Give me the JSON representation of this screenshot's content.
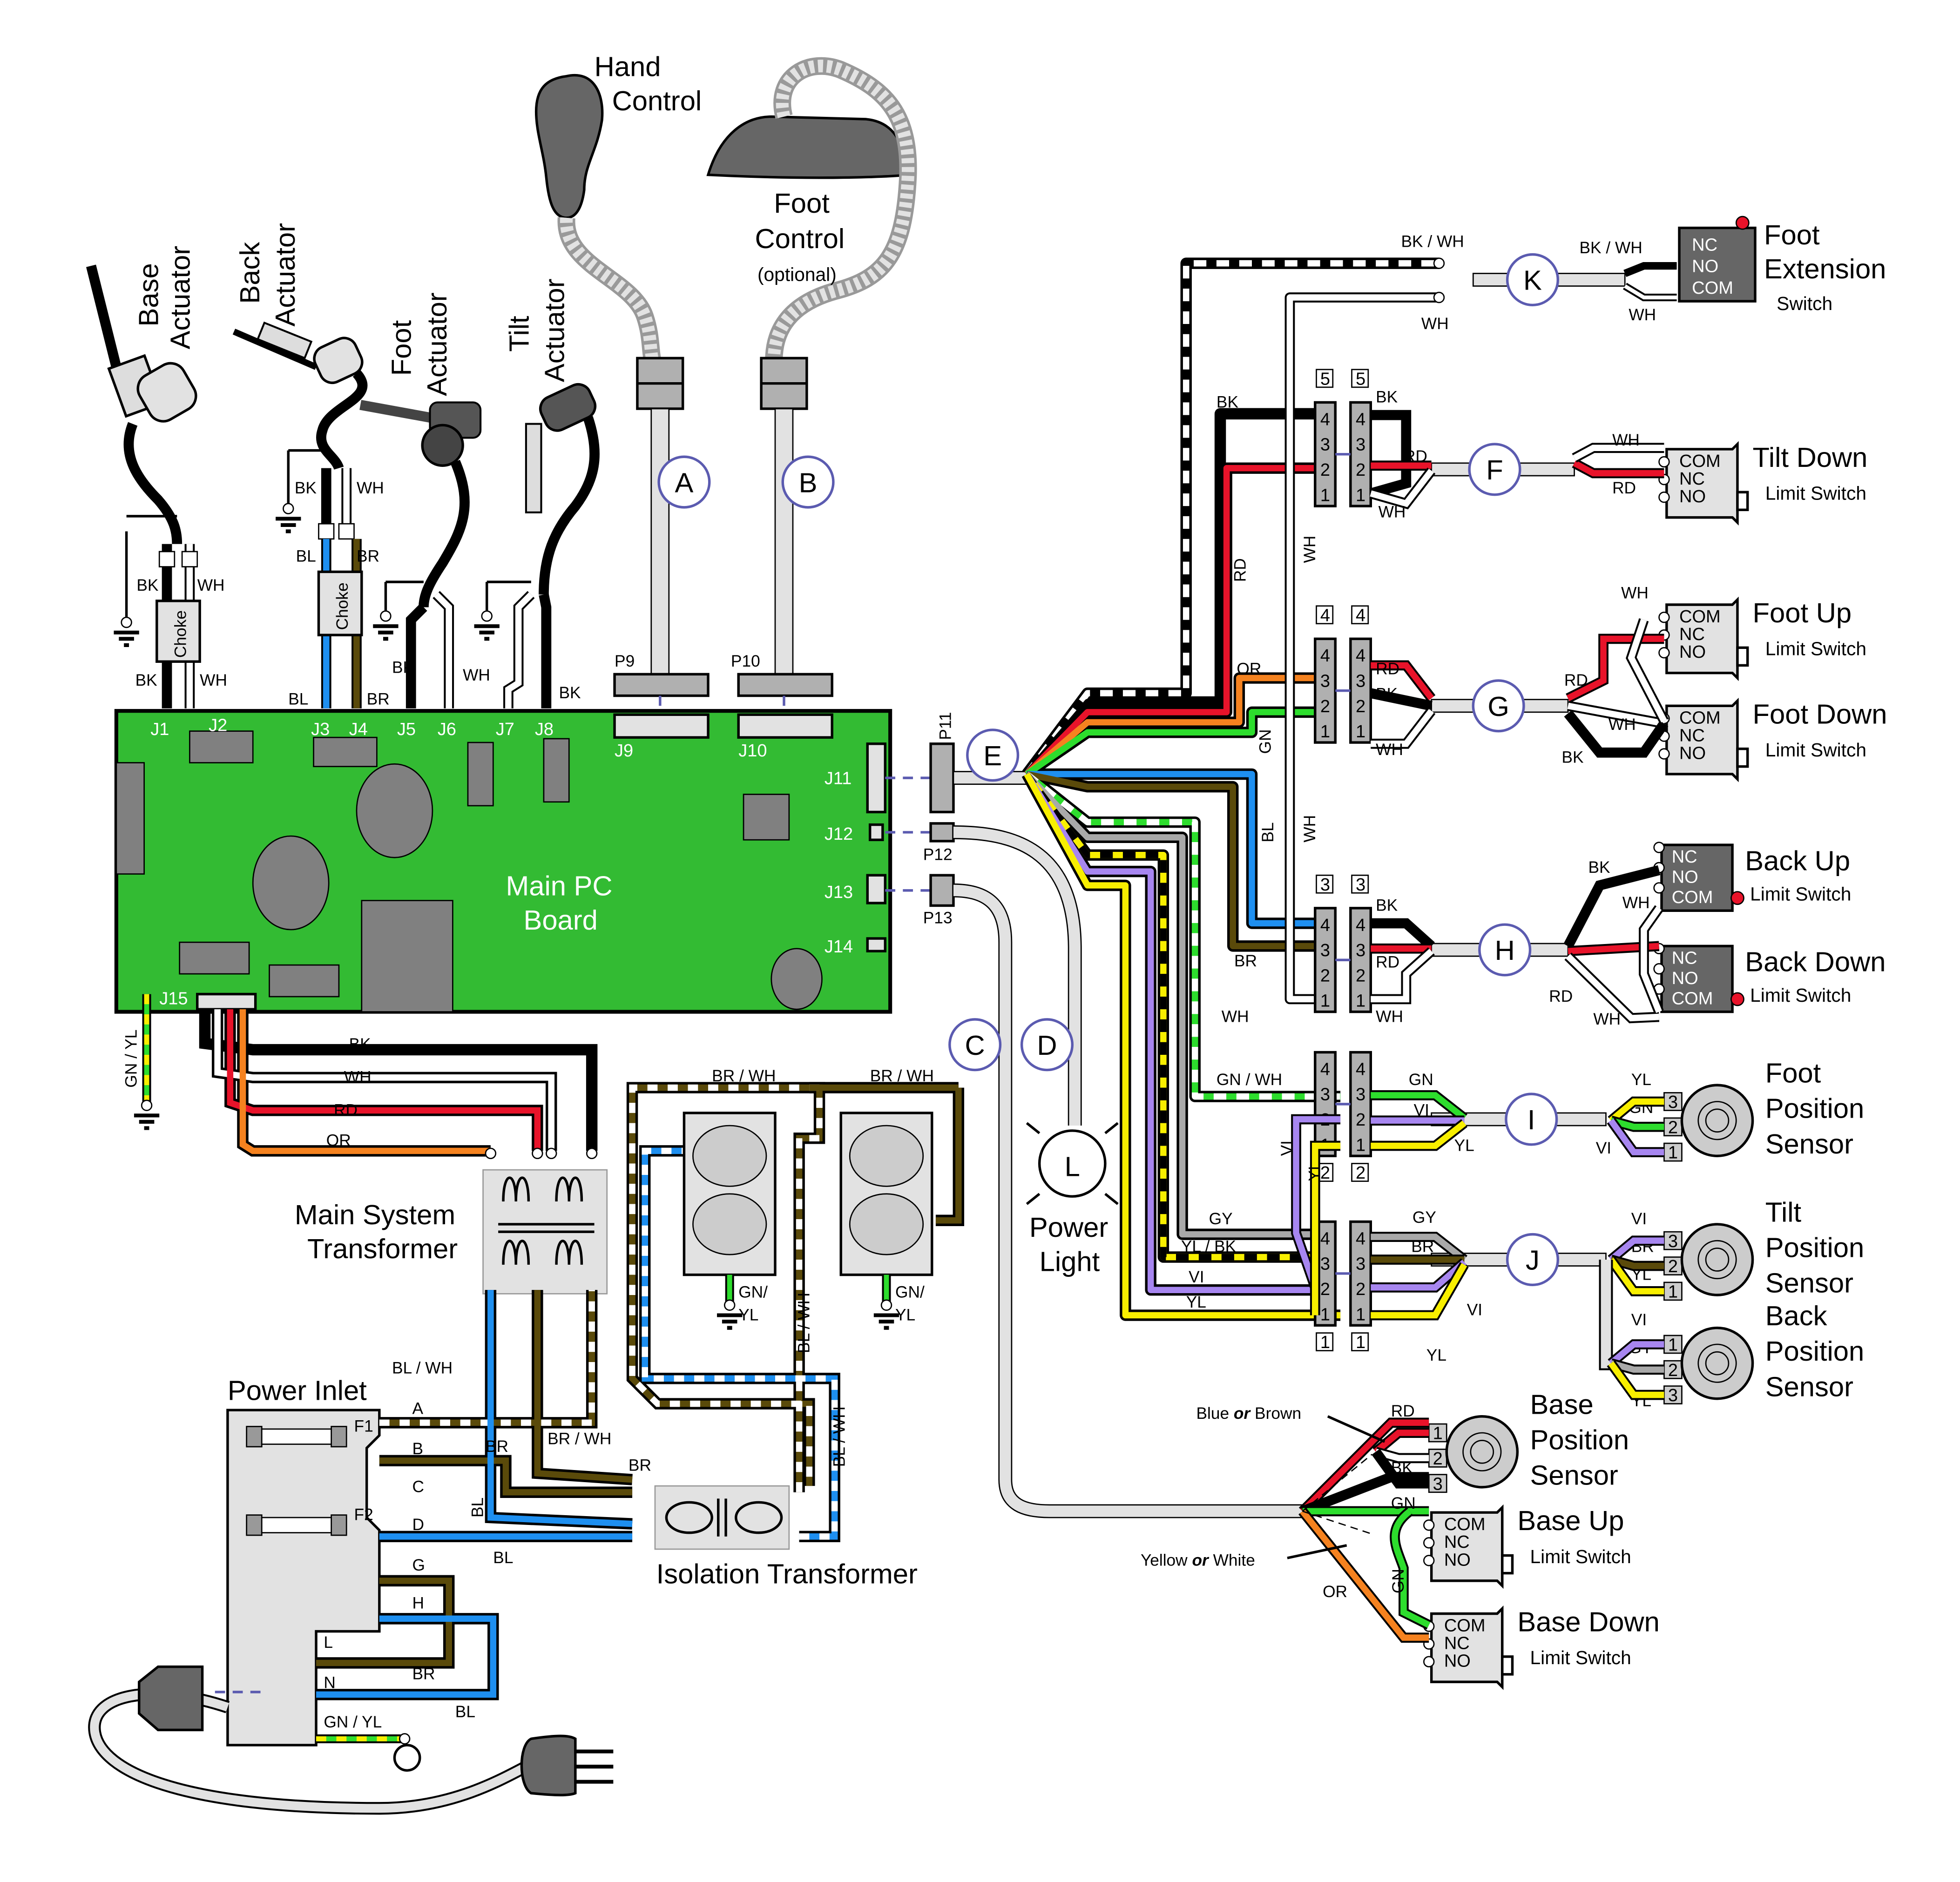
{
  "title": "Wiring Diagram",
  "colors": {
    "pcb": "#33bb33",
    "black": "#000000",
    "white": "#ffffff",
    "red": "#e8132a",
    "orange": "#f5821f",
    "green": "#2ddd2d",
    "blue": "#1e8ff0",
    "brown": "#5a4a0a",
    "gray": "#a9a9a9",
    "violet": "#a786f0",
    "yellow": "#f8ef00",
    "callout": "#5b5bb0"
  },
  "devices": {
    "base_actuator": {
      "line1": "Base",
      "line2": "Actuator"
    },
    "back_actuator": {
      "line1": "Back",
      "line2": "Actuator"
    },
    "foot_actuator": {
      "line1": "Foot",
      "line2": "Actuator"
    },
    "tilt_actuator": {
      "line1": "Tilt",
      "line2": "Actuator"
    },
    "hand_control": {
      "line1": "Hand",
      "line2": "Control"
    },
    "foot_control": {
      "line1": "Foot",
      "line2": "Control",
      "line3": "(optional)"
    },
    "main_pcb": {
      "line1": "Main PC",
      "line2": "Board"
    },
    "main_transformer": {
      "line1": "Main System",
      "line2": "Transformer"
    },
    "isolation_transformer": {
      "label": "Isolation Transformer"
    },
    "power_inlet": {
      "label": "Power Inlet"
    },
    "power_light": {
      "line1": "Power",
      "line2": "Light",
      "symbol": "L"
    },
    "choke": "Choke"
  },
  "pcb_connectors": [
    "J1",
    "J2",
    "J3",
    "J4",
    "J5",
    "J6",
    "J7",
    "J8",
    "J9",
    "J10",
    "J11",
    "J12",
    "J13",
    "J14",
    "J15"
  ],
  "plugs": [
    "P9",
    "P10",
    "P11",
    "P12",
    "P13"
  ],
  "cable_callouts": [
    "A",
    "B",
    "C",
    "D",
    "E",
    "F",
    "G",
    "H",
    "I",
    "J",
    "K"
  ],
  "switches": {
    "foot_extension": {
      "line1": "Foot",
      "line2": "Extension",
      "line3": "Switch",
      "terminals": [
        "NC",
        "NO",
        "COM"
      ]
    },
    "tilt_down": {
      "line1": "Tilt Down",
      "line2": "Limit Switch",
      "terminals": [
        "COM",
        "NC",
        "NO"
      ]
    },
    "foot_up": {
      "line1": "Foot Up",
      "line2": "Limit Switch",
      "terminals": [
        "COM",
        "NC",
        "NO"
      ]
    },
    "foot_down": {
      "line1": "Foot Down",
      "line2": "Limit Switch",
      "terminals": [
        "COM",
        "NC",
        "NO"
      ]
    },
    "back_up": {
      "line1": "Back Up",
      "line2": "Limit Switch",
      "terminals": [
        "NC",
        "NO",
        "COM"
      ]
    },
    "back_down": {
      "line1": "Back Down",
      "line2": "Limit Switch",
      "terminals": [
        "NC",
        "NO",
        "COM"
      ]
    },
    "base_up": {
      "line1": "Base Up",
      "line2": "Limit Switch",
      "terminals": [
        "COM",
        "NC",
        "NO"
      ]
    },
    "base_down": {
      "line1": "Base Down",
      "line2": "Limit Switch",
      "terminals": [
        "COM",
        "NC",
        "NO"
      ]
    }
  },
  "sensors": {
    "foot_position": {
      "line1": "Foot",
      "line2": "Position",
      "line3": "Sensor",
      "pins": [
        "3",
        "2",
        "1"
      ]
    },
    "tilt_position": {
      "line1": "Tilt",
      "line2": "Position",
      "line3": "Sensor",
      "pins": [
        "3",
        "2",
        "1"
      ]
    },
    "back_position": {
      "line1": "Back",
      "line2": "Position",
      "line3": "Sensor",
      "pins": [
        "1",
        "2",
        "3"
      ]
    },
    "base_position": {
      "line1": "Base",
      "line2": "Position",
      "line3": "Sensor",
      "pins": [
        "1",
        "2",
        "3"
      ]
    }
  },
  "connector_blocks": {
    "pins": [
      "4",
      "3",
      "2",
      "1"
    ],
    "tags": [
      "5",
      "4",
      "3",
      "2",
      "1"
    ]
  },
  "wire_labels": {
    "BK": "BK",
    "WH": "WH",
    "RD": "RD",
    "OR": "OR",
    "GN": "GN",
    "BL": "BL",
    "BR": "BR",
    "GY": "GY",
    "VI": "VI",
    "YL": "YL",
    "BK_WH": "BK / WH",
    "GN_WH": "GN / WH",
    "YL_BK": "YL / BK",
    "BR_WH": "BR / WH",
    "BL_WH": "BL / WH",
    "GN_YL": "GN / YL",
    "GN_YL_split1": "GN/",
    "GN_YL_split2": "YL"
  },
  "base_notes": {
    "blue_or_brown": {
      "a": "Blue ",
      "or": "or",
      "b": " Brown"
    },
    "yellow_or_white": {
      "a": "Yellow ",
      "or": "or",
      "b": " White"
    }
  },
  "inlet_terminals": [
    "A",
    "B",
    "C",
    "D",
    "G",
    "H",
    "L",
    "N",
    "F1",
    "F2"
  ]
}
